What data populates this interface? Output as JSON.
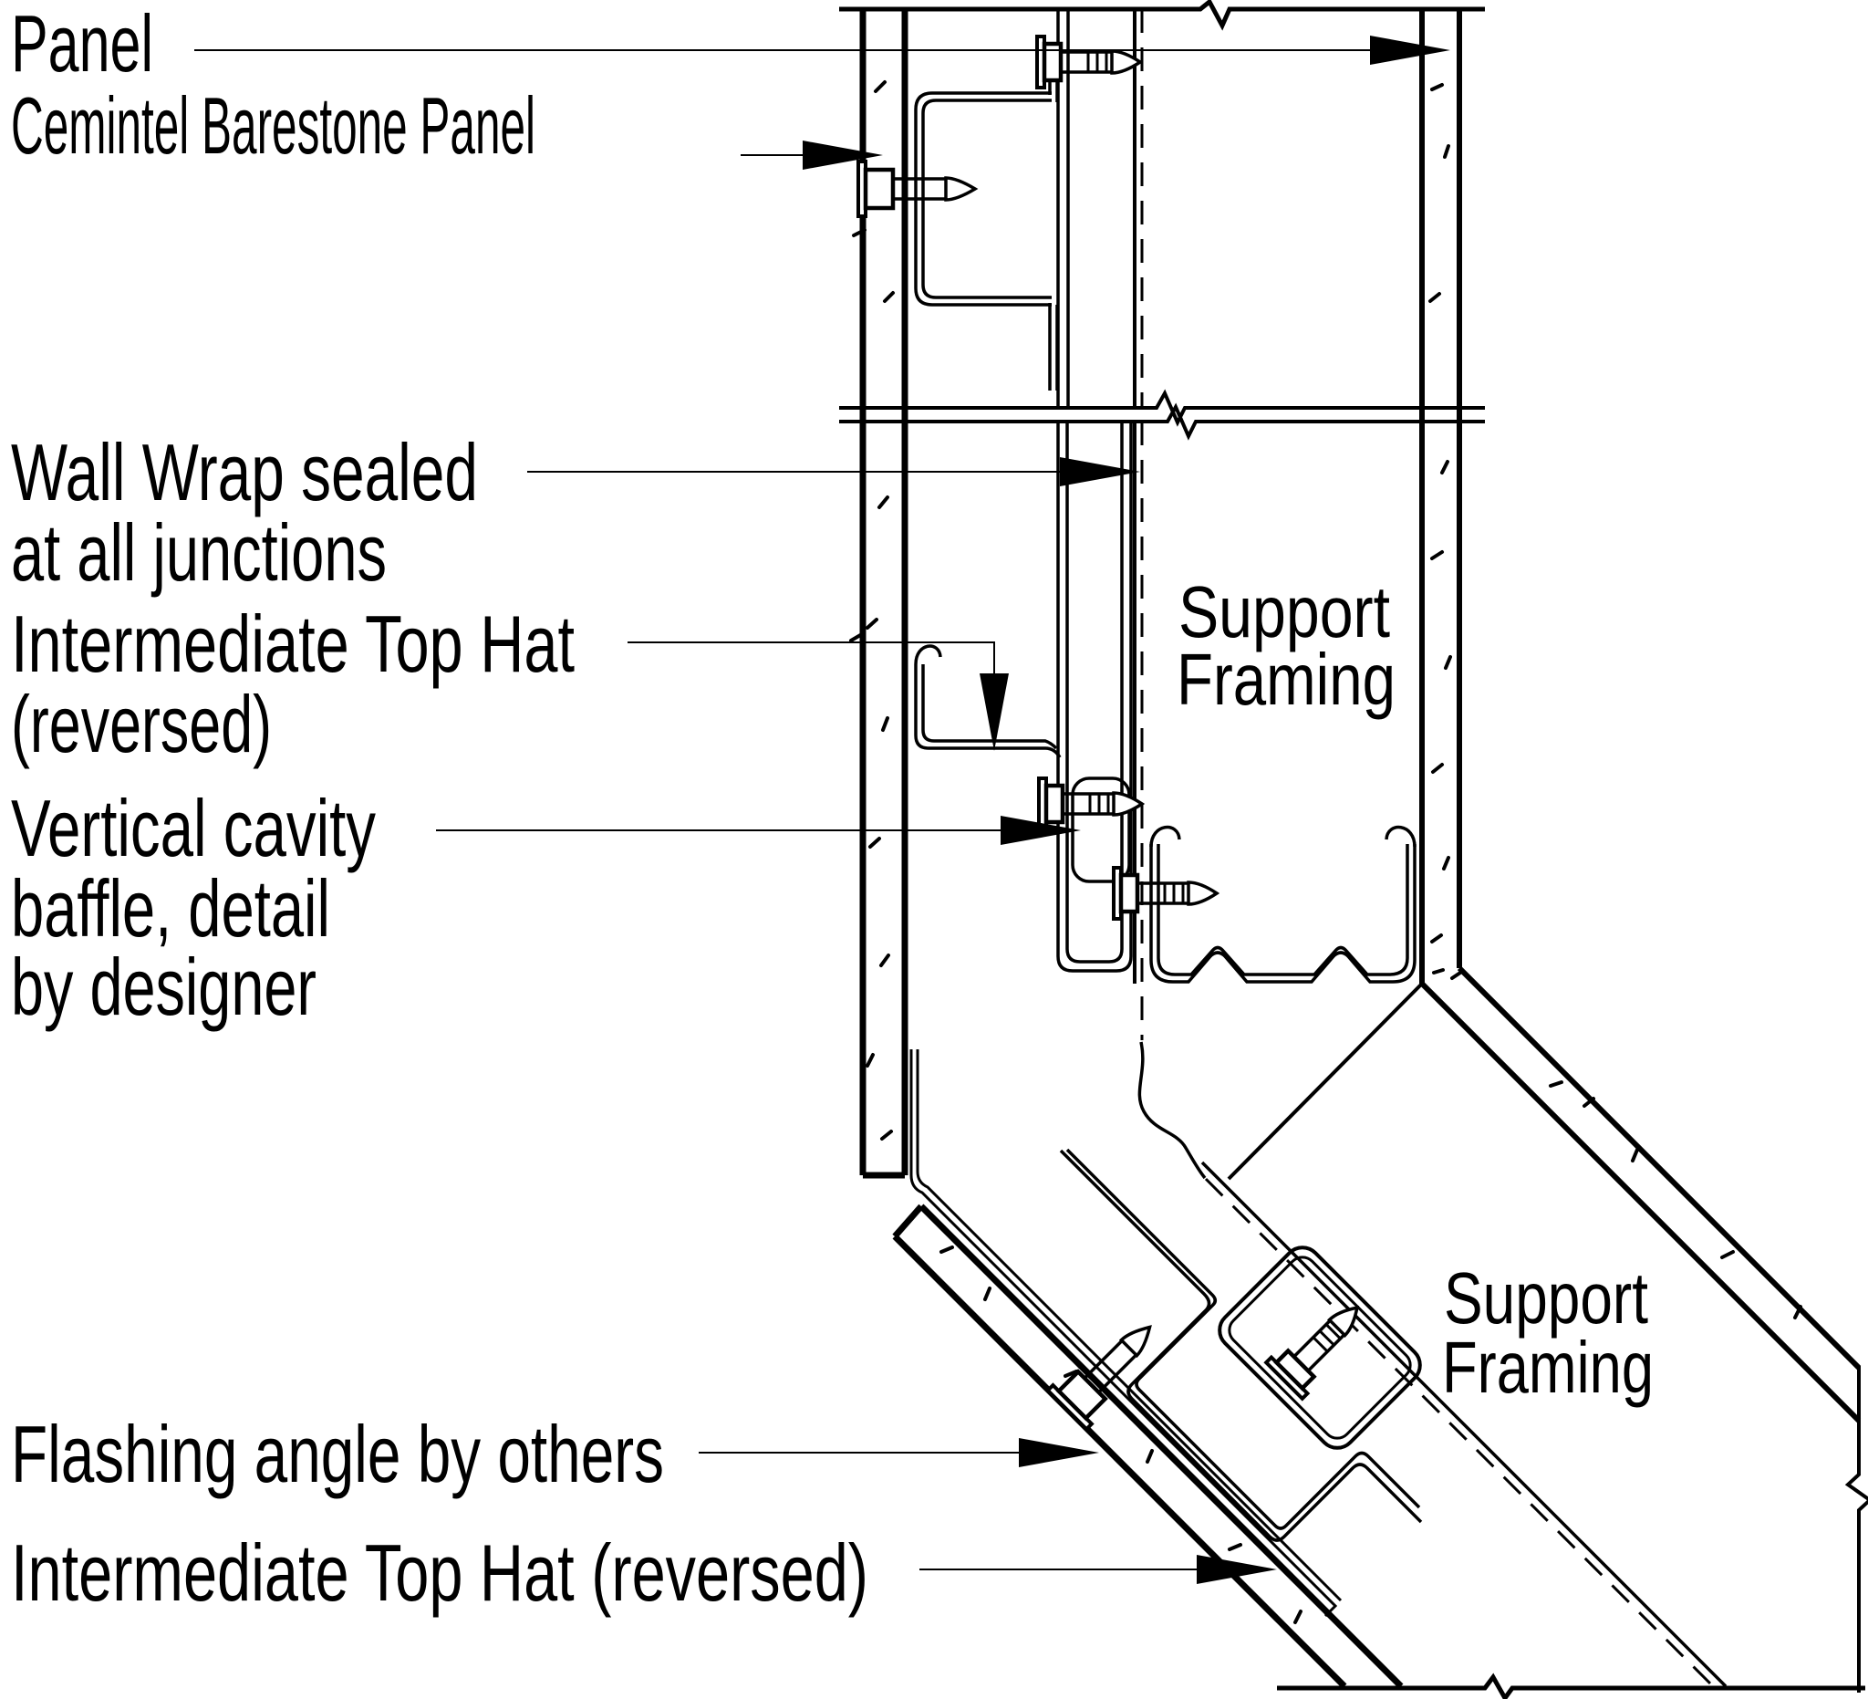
{
  "drawing": {
    "type": "construction-detail-section",
    "colors": {
      "line": "#000000",
      "background": "#ffffff"
    },
    "callouts": {
      "panel": "Panel",
      "cemintel_barestone_panel": "Cemintel Barestone Panel",
      "wall_wrap_line1": "Wall Wrap sealed",
      "wall_wrap_line2": "at all junctions",
      "intermediate_top_hat_line1": "Intermediate Top Hat",
      "intermediate_top_hat_line2": "(reversed)",
      "vertical_cavity_baffle_line1": "Vertical cavity",
      "vertical_cavity_baffle_line2": "baffle, detail",
      "vertical_cavity_baffle_line3": "by designer",
      "flashing_angle": "Flashing angle by others",
      "intermediate_top_hat_reversed_bottom": "Intermediate Top Hat (reversed)"
    },
    "region_labels": {
      "support_framing_upper": {
        "line1": "Support",
        "line2": "Framing"
      },
      "support_framing_lower": {
        "line1": "Support",
        "line2": "Framing"
      }
    }
  }
}
